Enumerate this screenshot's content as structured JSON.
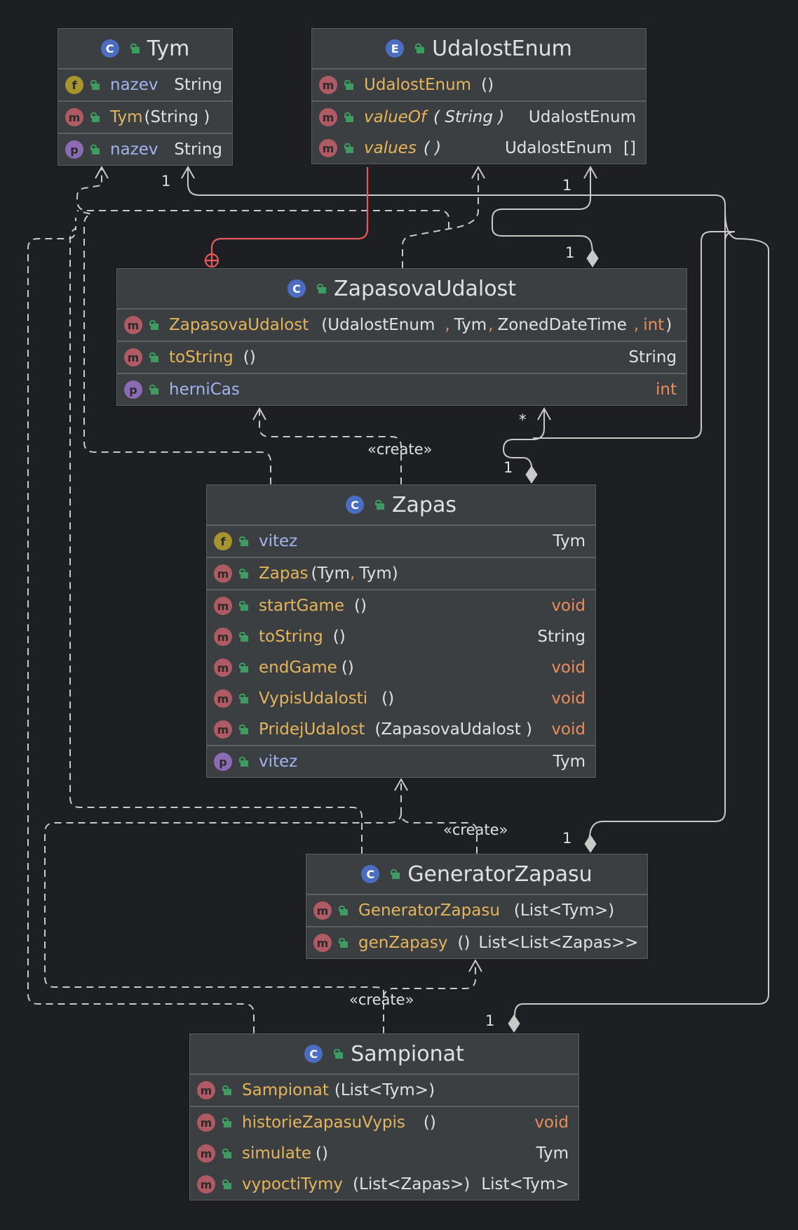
{
  "colors": {
    "background": "#1e1f22",
    "class_box": "#3c3f41",
    "field_name": "#a2b4f0",
    "method_name": "#e5b55c",
    "keyword": "#e88e5e",
    "edge": "#c9c9c9",
    "inner_class_edge": "#e55b5b"
  },
  "classes": {
    "tym": {
      "kind": "C",
      "name": "Tym",
      "fields": [
        {
          "icon": "f",
          "name": "nazev",
          "type": "String"
        }
      ],
      "constructors": [
        {
          "icon": "m",
          "name": "Tym",
          "params": "(String )"
        }
      ],
      "properties": [
        {
          "icon": "p",
          "name": "nazev",
          "type": "String"
        }
      ]
    },
    "udalost_enum": {
      "kind": "E",
      "name": "UdalostEnum",
      "constructors": [
        {
          "icon": "m",
          "name": "UdalostEnum",
          "params": "()"
        }
      ],
      "methods": [
        {
          "icon": "m",
          "name": "valueOf",
          "params": "( String )",
          "ret": "UdalostEnum"
        },
        {
          "icon": "m",
          "name": "values",
          "params": "( )",
          "ret": "UdalostEnum",
          "array": "[]"
        }
      ]
    },
    "zapasova_udalost": {
      "kind": "C",
      "name": "ZapasovaUdalost",
      "constructors": [
        {
          "icon": "m",
          "name": "ZapasovaUdalost",
          "p1": "(UdalostEnum",
          "sep": ",",
          "p2": "Tym",
          "p3": "ZonedDateTime",
          "p4": "int",
          ")": ")"
        }
      ],
      "methods": [
        {
          "icon": "m",
          "name": "toString",
          "params": "()",
          "ret": "String"
        }
      ],
      "properties": [
        {
          "icon": "p",
          "name": "herniCas",
          "type": "int"
        }
      ]
    },
    "zapas": {
      "kind": "C",
      "name": "Zapas",
      "fields": [
        {
          "icon": "f",
          "name": "vitez",
          "type": "Tym"
        }
      ],
      "constructors": [
        {
          "icon": "m",
          "name": "Zapas",
          "p_open": "(Tym",
          "p_close": "Tym)"
        }
      ],
      "methods": [
        {
          "icon": "m",
          "name": "startGame",
          "params": "()",
          "ret": "void"
        },
        {
          "icon": "m",
          "name": "toString",
          "params": "()",
          "ret": "String"
        },
        {
          "icon": "m",
          "name": "endGame",
          "params": "()",
          "ret": "void"
        },
        {
          "icon": "m",
          "name": "VypisUdalosti",
          "params": "()",
          "ret": "void"
        },
        {
          "icon": "m",
          "name": "PridejUdalost",
          "params": "(ZapasovaUdalost )",
          "ret": "void"
        }
      ],
      "properties": [
        {
          "icon": "p",
          "name": "vitez",
          "type": "Tym"
        }
      ]
    },
    "generator_zapasu": {
      "kind": "C",
      "name": "GeneratorZapasu",
      "constructors": [
        {
          "icon": "m",
          "name": "GeneratorZapasu",
          "params": "(List<Tym>)"
        }
      ],
      "methods": [
        {
          "icon": "m",
          "name": "genZapasy",
          "params": "()",
          "ret": "List<List<Zapas>>"
        }
      ]
    },
    "sampionat": {
      "kind": "C",
      "name": "Sampionat",
      "constructors": [
        {
          "icon": "m",
          "name": "Sampionat",
          "params": "(List<Tym>)"
        }
      ],
      "methods": [
        {
          "icon": "m",
          "name": "historieZapasuVypis",
          "params": "()",
          "ret": "void"
        },
        {
          "icon": "m",
          "name": "simulate",
          "params": "()",
          "ret": "Tym"
        },
        {
          "icon": "m",
          "name": "vypoctiTymy",
          "params": "(List<Zapas>)",
          "ret": "List<Tym>"
        }
      ]
    }
  },
  "edge_labels": {
    "create1": "«create»",
    "create2": "«create»",
    "create3": "«create»",
    "mult_tym_1": "1",
    "mult_enum_1": "1",
    "mult_zu_1": "1",
    "mult_zu_star": "*",
    "mult_zapas_1": "1",
    "mult_gen_1": "1",
    "mult_samp_1": "1"
  }
}
